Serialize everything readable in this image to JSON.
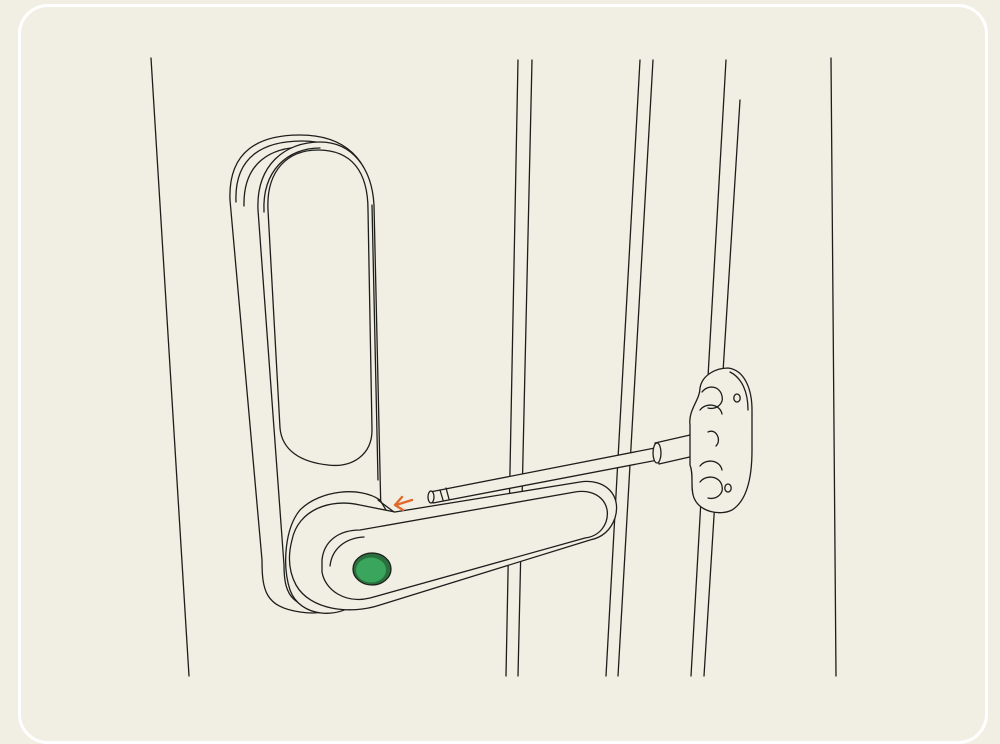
{
  "illustration": {
    "subject": "door-handle-lock-with-hex-key",
    "colors": {
      "background": "#f1efe4",
      "panel_border": "#ffffff",
      "line": "#1d1d1b",
      "button_fill": "#3aa55c",
      "button_ring": "#2b6f3f",
      "arrow": "#e06a2c"
    },
    "icons": [
      "door-lock-body",
      "door-handle-lever",
      "release-button",
      "hex-key-tool",
      "insert-direction-arrow"
    ]
  }
}
